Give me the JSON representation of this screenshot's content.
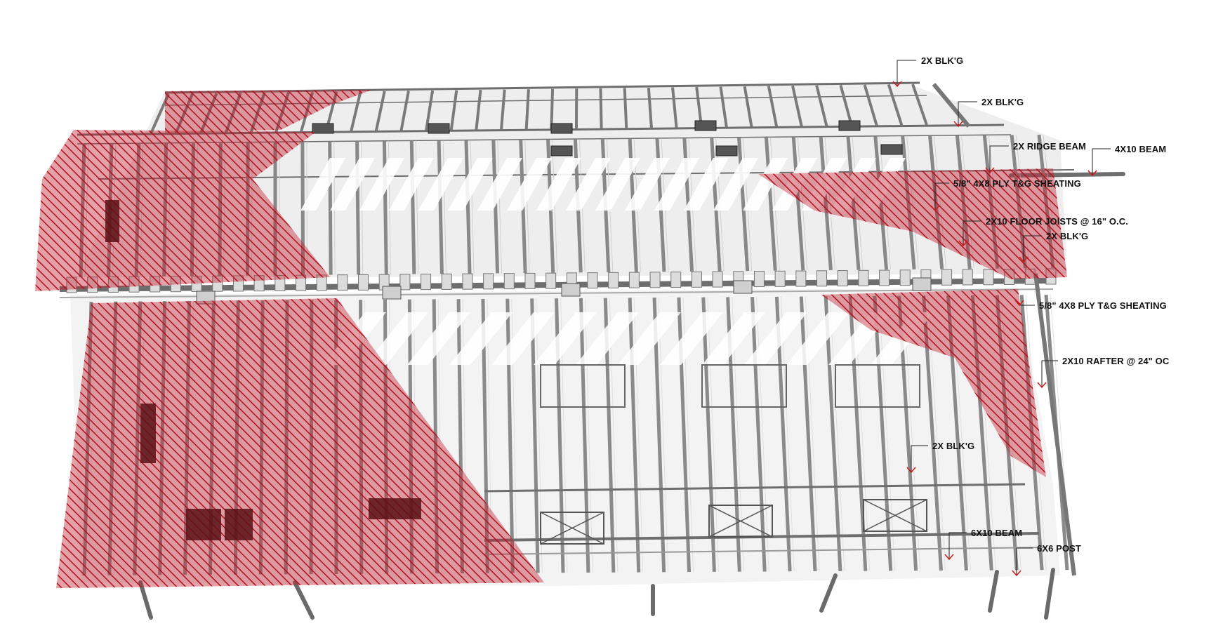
{
  "diagram": {
    "hatch_color": "#c0262d",
    "hatch_fill": "rgba(190,30,45,0.45)",
    "frame_color": "#6e6e6e",
    "leader_color": "#222222",
    "arrow_color": "#d11a1a"
  },
  "callouts": [
    {
      "id": "blkg-top",
      "text": "2X BLK'G"
    },
    {
      "id": "blkg-2",
      "text": "2X BLK'G"
    },
    {
      "id": "ridge-beam",
      "text": "2X RIDGE BEAM"
    },
    {
      "id": "beam-4x10",
      "text": "4X10 BEAM"
    },
    {
      "id": "sheathing-upper",
      "text": "5/8\" 4X8 PLY T&G SHEATING"
    },
    {
      "id": "floor-joists",
      "text": "2X10 FLOOR JOISTS @ 16\" O.C."
    },
    {
      "id": "blkg-3",
      "text": "2X BLK'G"
    },
    {
      "id": "sheathing-lower",
      "text": "5/8\" 4X8 PLY T&G SHEATING"
    },
    {
      "id": "rafter",
      "text": "2X10 RAFTER @ 24\" OC"
    },
    {
      "id": "blkg-4",
      "text": "2X BLK'G"
    },
    {
      "id": "beam-6x10",
      "text": "6X10 BEAM"
    },
    {
      "id": "post-6x6",
      "text": "6X6 POST"
    }
  ]
}
